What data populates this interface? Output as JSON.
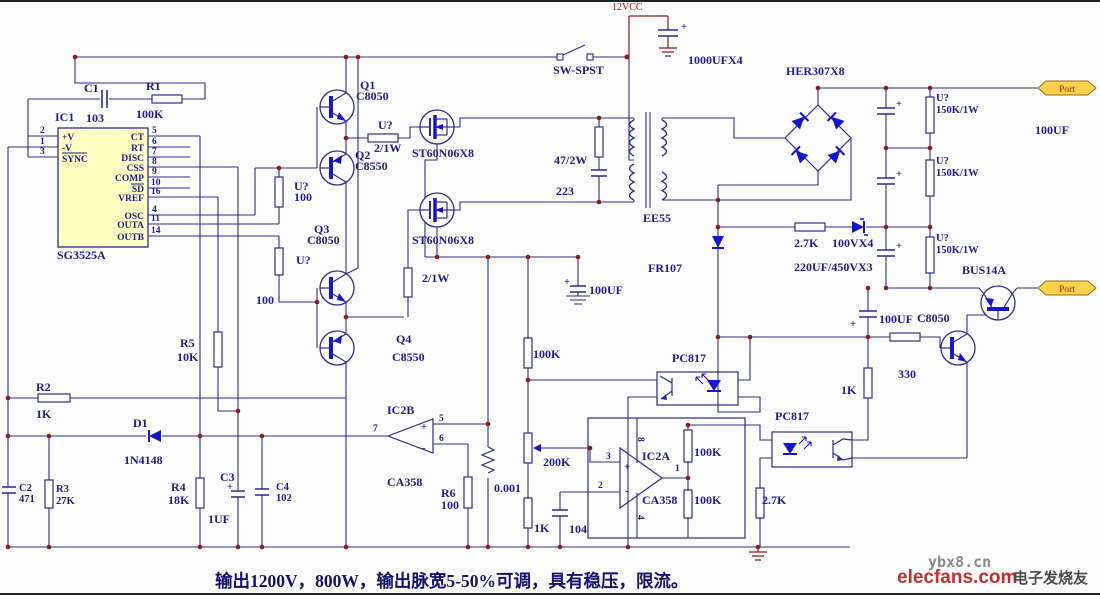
{
  "colors": {
    "wire": "#2b2b8f",
    "junction": "#8b1a1a",
    "device_blue": "#1414cc",
    "ic_fill": "#ffffc2",
    "port_fill": "#ffd24d",
    "label": "#1c1c8a",
    "power_red": "#cc0000",
    "caption": "#13136b",
    "watermark_red": "#c03030",
    "watermark_gray": "#8a8a8a"
  },
  "sym": {
    "plus": "+"
  },
  "caption": "输出1200V，800W，输出脉宽5-50%可调，具有稳压，限流。",
  "watermark": {
    "site": "ybx8.cn",
    "brand": "elecfans.com",
    "brand_cn": "电子发烧友"
  },
  "power": {
    "vcc": "12VCC",
    "sw": "SW-SPST",
    "bulk_cap": "1000UFX4"
  },
  "ic1": {
    "ref": "IC1",
    "part": "SG3525A",
    "c1_ref": "C1",
    "c1_val": "103",
    "r1_ref": "R1",
    "r1_val": "100K",
    "pins_left": [
      {
        "n": "2",
        "name": "+V"
      },
      {
        "n": "1",
        "name": "-V"
      },
      {
        "n": "3",
        "name": "SYNC"
      }
    ],
    "pins_right": [
      {
        "n": "5",
        "name": "CT"
      },
      {
        "n": "6",
        "name": "RT"
      },
      {
        "n": "7",
        "name": "DISC"
      },
      {
        "n": "8",
        "name": "CSS"
      },
      {
        "n": "9",
        "name": "COMP"
      },
      {
        "n": "10",
        "name": "SD"
      },
      {
        "n": "16",
        "name": "VREF"
      },
      {
        "n": "4",
        "name": "OSC"
      },
      {
        "n": "11",
        "name": "OUTA"
      },
      {
        "n": "14",
        "name": "OUTB"
      }
    ]
  },
  "left_parts": {
    "r5": "R5",
    "r5v": "10K",
    "r2": "R2",
    "r2v": "1K",
    "d1": "D1",
    "d1v": "1N4148",
    "c2": "C2",
    "c2v": "471",
    "r3": "R3",
    "r3v": "27K",
    "r4": "R4",
    "r4v": "18K",
    "c3": "C3",
    "c3v": "1UF",
    "c4": "C4",
    "c4v": "102"
  },
  "driver": {
    "q1": "Q1",
    "q1p": "C8050",
    "q2": "Q2",
    "q2p": "C8550",
    "rg1": "U?",
    "rg1v": "2/1W",
    "mos1": "ST60N06X8",
    "rb1": "U?",
    "rb1v": "100",
    "q3": "Q3",
    "q3p": "C8050",
    "rb2": "U?",
    "rb2v": "100",
    "q4": "Q4",
    "q4p": "C8550",
    "mos2": "ST60N06X8",
    "rg2v": "2/1W"
  },
  "primary": {
    "snub_r": "47/2W",
    "snub_c": "223",
    "xfmr": "EE55"
  },
  "secondary": {
    "bridge": "HER307X8",
    "fly": "FR107",
    "bleed": [
      {
        "u": "U?",
        "v": "150K/1W"
      },
      {
        "u": "U?",
        "v": "150K/1W"
      },
      {
        "u": "U?",
        "v": "150K/1W"
      }
    ],
    "cap_out": "100UF",
    "zr": "2.7K",
    "zener": "100VX4",
    "cap_bank": "220UF/450VX3",
    "port": "Port"
  },
  "out_stage": {
    "q": "BUS14A",
    "q2": "C8050",
    "cap": "100UF",
    "rb": "330",
    "re": "1K",
    "port": "Port"
  },
  "fb": {
    "opto1": "PC817",
    "opto2": "PC817",
    "sense_r": "100K",
    "sense_c": "100UF",
    "r_led": "2.7K"
  },
  "amp": {
    "icb": "IC2B",
    "icb_part": "CA358",
    "r6": "R6",
    "r6v": "100",
    "shunt": "0.001",
    "pot": "200K",
    "r1k": "1K",
    "c104": "104",
    "ica": "IC2A",
    "ica_part": "CA358",
    "rf1": "100K",
    "rf2": "100K",
    "plus": "+",
    "minus": "-",
    "pins": {
      "p5": "5",
      "p6": "6",
      "p7": "7",
      "p3": "3",
      "p2": "2",
      "p1": "1",
      "p8": "8",
      "p4": "4"
    }
  }
}
